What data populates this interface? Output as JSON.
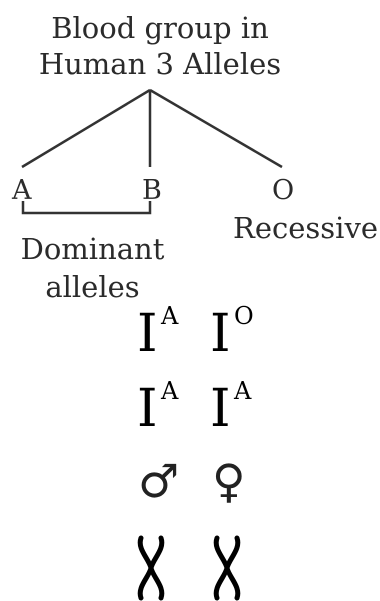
{
  "title": {
    "line1": "Blood group in",
    "line2": "Human 3 Alleles"
  },
  "alleles": {
    "a": "A",
    "b": "B",
    "o": "O",
    "o_note": "Recessive",
    "dominant_line1": "Dominant",
    "dominant_line2": "alleles"
  },
  "genotypes": {
    "row1": {
      "left_base": "I",
      "left_sup": "A",
      "right_base": "I",
      "right_sup": "O"
    },
    "row2": {
      "left_base": "I",
      "left_sup": "A",
      "right_base": "I",
      "right_sup": "A"
    }
  },
  "symbols": {
    "male": "♂",
    "female": "♀"
  },
  "icons": {
    "left_chromosome": "chromosome-icon",
    "right_chromosome": "chromosome-icon"
  },
  "colors": {
    "ink": "#222222",
    "genotype_ink": "#000000"
  }
}
